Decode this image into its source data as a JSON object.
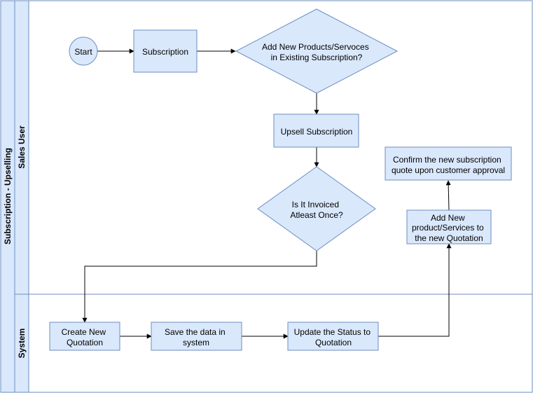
{
  "pool": {
    "title": "Subscription - Upselling"
  },
  "lanes": [
    {
      "title": "Sales User"
    },
    {
      "title": "System"
    }
  ],
  "nodes": {
    "start": {
      "text": [
        "Start"
      ]
    },
    "subscription": {
      "text": [
        "Subscription"
      ]
    },
    "decision_add": {
      "text": [
        "Add New Products/Servoces",
        "in Existing Subscription?"
      ]
    },
    "upsell": {
      "text": [
        "Upsell Subscription"
      ]
    },
    "decision_invoiced": {
      "text": [
        "Is It Invoiced",
        "Atleast Once?"
      ]
    },
    "create_quotation": {
      "text": [
        "Create New",
        "Quotation"
      ]
    },
    "save_data": {
      "text": [
        "Save the data in",
        "system"
      ]
    },
    "update_status": {
      "text": [
        "Update the Status to",
        "Quotation"
      ]
    },
    "add_new_product": {
      "text": [
        "Add New",
        "product/Services to",
        "the new Quotation"
      ]
    },
    "confirm": {
      "text": [
        "Confirm the new subscription",
        "quote upon customer approval"
      ]
    }
  },
  "colors": {
    "fill": "#dae8fc",
    "stroke": "#6c8ebf",
    "edge": "#000000"
  }
}
